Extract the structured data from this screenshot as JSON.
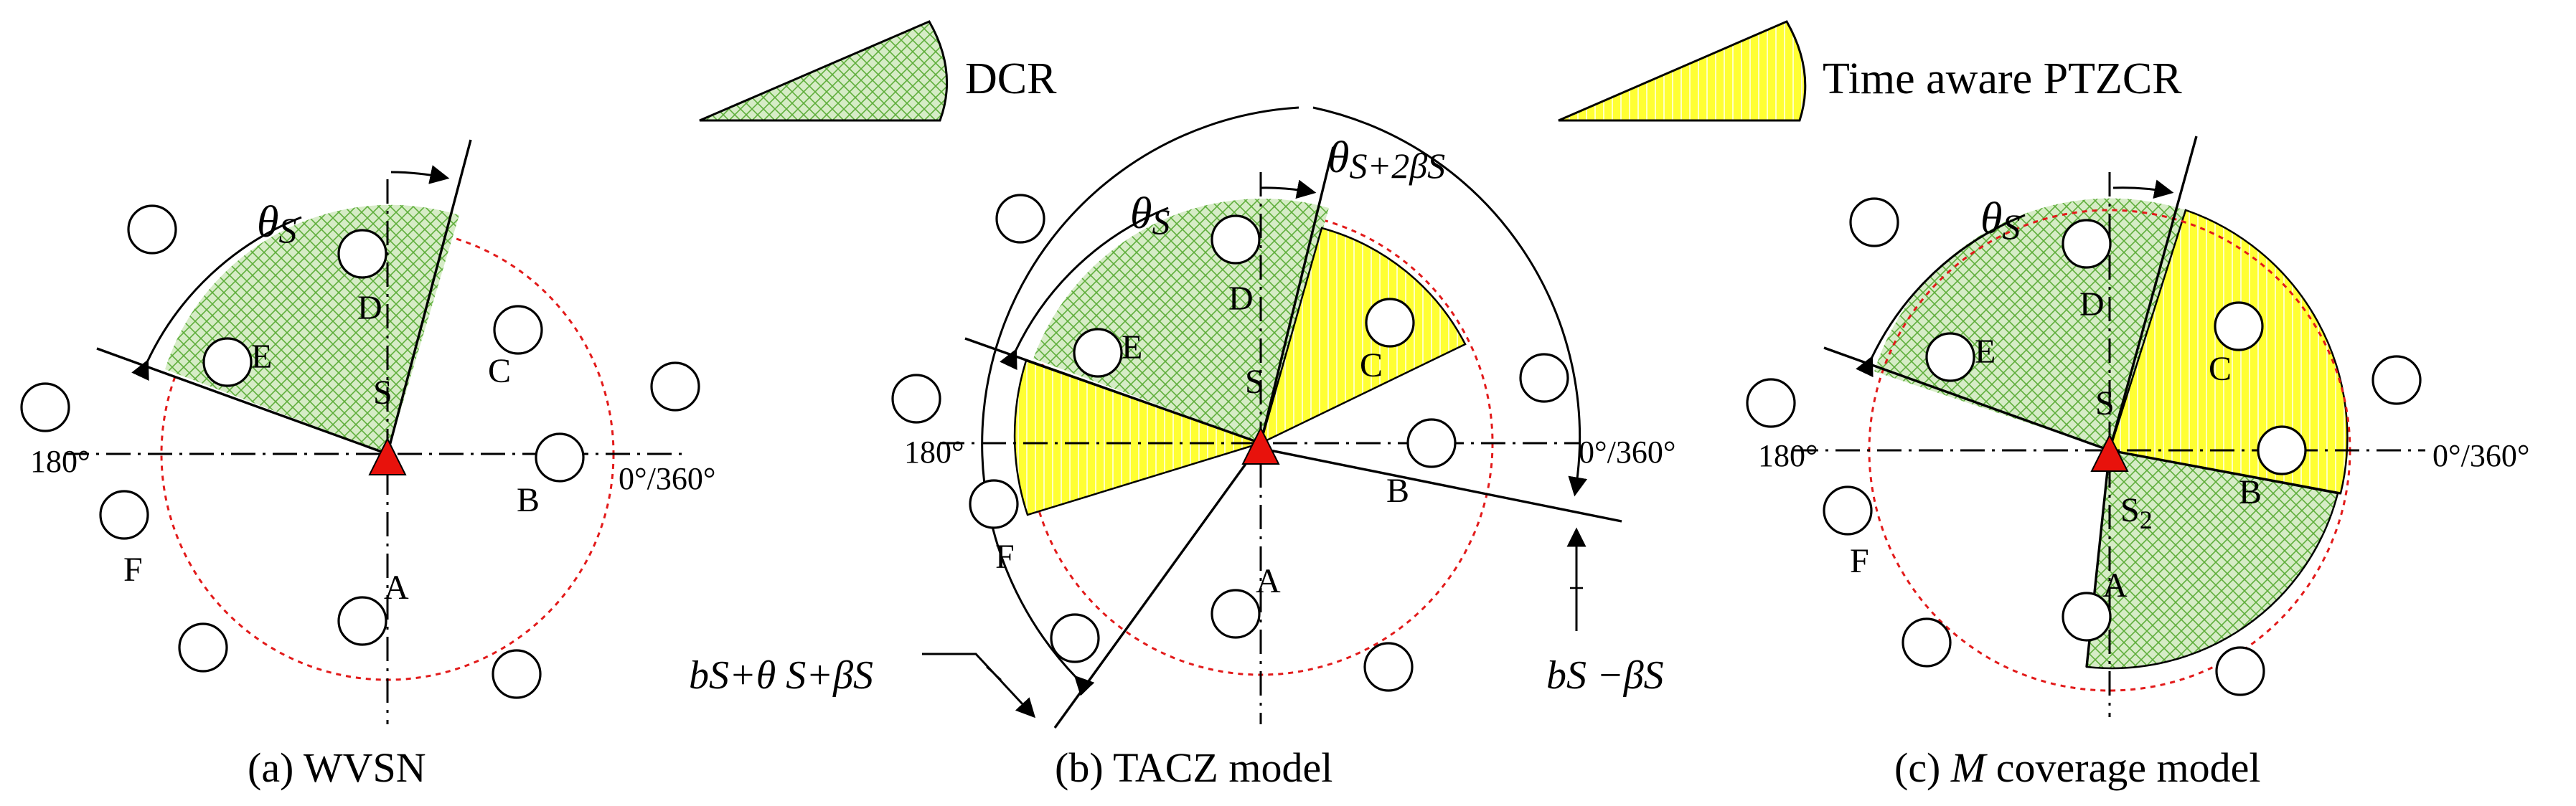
{
  "legend": {
    "dcr_label": "DCR",
    "ptzcr_label": "Time aware PTZCR"
  },
  "colors": {
    "dcr_fill": "#d6ecc6",
    "dcr_hatch": "#5fae3c",
    "ptzcr_fill": "#ffff33",
    "ring": "#e21a1a",
    "sensor": "#e8120c"
  },
  "panels": [
    {
      "caption": "(a) WVSN",
      "theta_label": "θ",
      "theta_sub": "S",
      "sensor_label": "S",
      "deg_left": "180°",
      "deg_right": "0°/360°",
      "nodes": [
        "A",
        "B",
        "C",
        "D",
        "E",
        "F"
      ]
    },
    {
      "caption": "(b) TACZ model",
      "theta_label": "θ",
      "theta_sub": "S",
      "top_formula_theta": "θ",
      "top_formula_rest": "S+2βS",
      "sensor_label": "S",
      "deg_left": "180°",
      "deg_right": "0°/360°",
      "formula_left": "bS+θ S+βS",
      "formula_right": "bS −βS",
      "nodes": [
        "A",
        "B",
        "C",
        "D",
        "E",
        "F"
      ]
    },
    {
      "caption_prefix": "(c) ",
      "caption_italic": "M",
      "caption_suffix": " coverage model",
      "theta_label": "θ",
      "theta_sub": "S",
      "sensor_label": "S",
      "sensor2_label": "S",
      "sensor2_sub": "2",
      "deg_left": "180°",
      "deg_right": "0°/360°",
      "nodes": [
        "A",
        "B",
        "C",
        "D",
        "E",
        "F"
      ]
    }
  ]
}
